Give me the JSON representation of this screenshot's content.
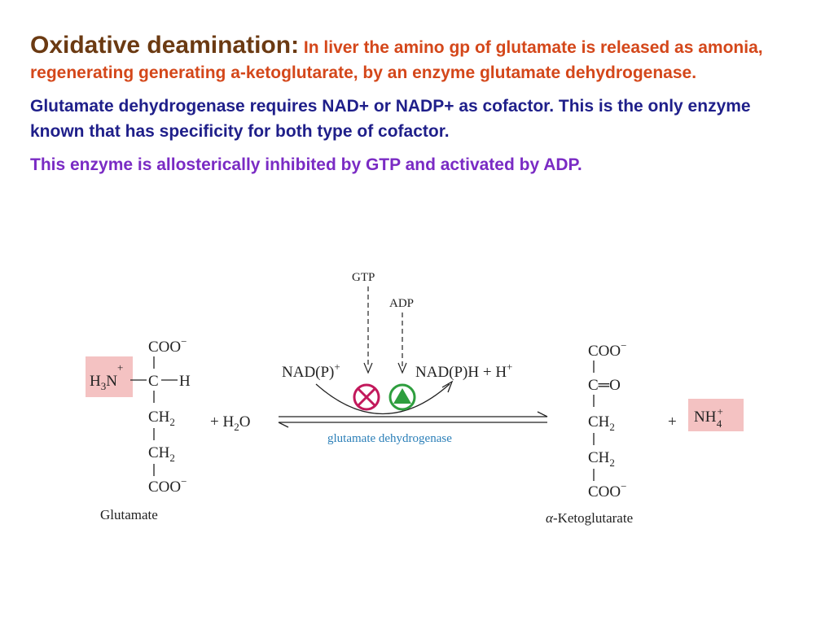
{
  "slide": {
    "heading": "Oxidative deamination:",
    "para1_text": " In liver the amino gp of glutamate is released as amonia, regenerating generating a-ketoglutarate, by an enzyme glutamate dehydrogenase.",
    "para2": "Glutamate dehydrogenase requires NAD+ or NADP+ as cofactor. This is the only enzyme known that has specificity for both type of cofactor.",
    "para3": "This enzyme is allosterically inhibited by GTP and activated by ADP."
  },
  "diagram": {
    "inhibitor": "GTP",
    "activator": "ADP",
    "cofactor_in": "NAD(P)",
    "cofactor_out": "NAD(P)H + H",
    "water": "+ H",
    "enzyme": "glutamate dehydrogenase",
    "glutamate": {
      "coo_top": "COO",
      "amino_h": "H",
      "amino_n": "N",
      "alpha_c": "C",
      "alpha_h": "H",
      "ch2_a": "CH",
      "ch2_b": "CH",
      "coo_bottom": "COO",
      "name": "Glutamate"
    },
    "ketoglutarate": {
      "coo_top": "COO",
      "keto": "C═O",
      "ch2_a": "CH",
      "ch2_b": "CH",
      "coo_bottom": "COO",
      "name": "-Ketoglutarate",
      "greek": "α"
    },
    "ammonium": "NH",
    "plus": "+",
    "minus": "−",
    "sub2": "2",
    "sub3": "3",
    "sub4": "4",
    "highlight_color": "#f4c2c2",
    "inhibit_color": "#c2185b",
    "activate_color": "#2e9e3e"
  }
}
